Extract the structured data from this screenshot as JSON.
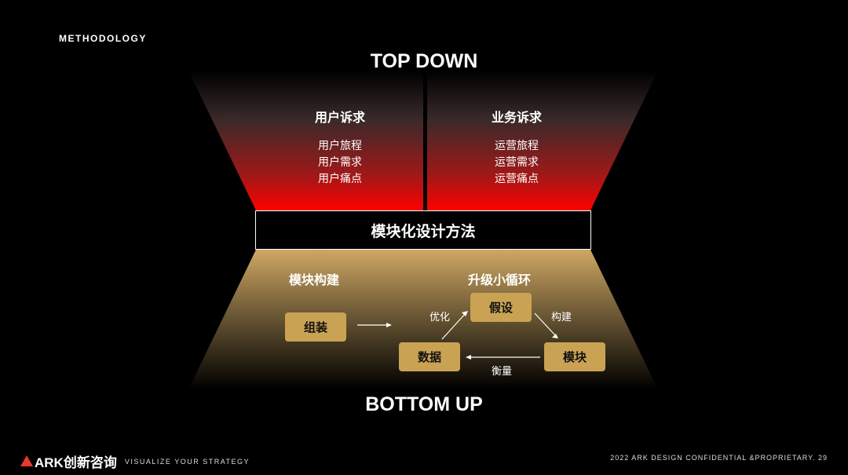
{
  "header": {
    "section_label": "METHODOLOGY",
    "top_title": "TOP DOWN",
    "bottom_title": "BOTTOM UP"
  },
  "top": {
    "left": {
      "heading": "用户诉求",
      "items": [
        "用户旅程",
        "用户需求",
        "用户痛点"
      ]
    },
    "right": {
      "heading": "业务诉求",
      "items": [
        "运营旅程",
        "运营需求",
        "运营痛点"
      ]
    }
  },
  "center": {
    "label": "模块化设计方法"
  },
  "bottom": {
    "left": {
      "heading": "模块构建",
      "box": "组装"
    },
    "right": {
      "heading": "升级小循环",
      "nodes": {
        "top": "假设",
        "right": "模块",
        "left": "数据"
      },
      "edges": {
        "optimize": "优化",
        "build": "构建",
        "measure": "衡量"
      }
    }
  },
  "footer": {
    "logo_text": "ARK创新咨询",
    "tagline": "VISUALIZE YOUR STRATEGY",
    "confidential": "2022 ARK DESIGN CONFIDENTIAL &PROPRIETARY.",
    "page_number": "29"
  },
  "colors": {
    "accent_red": "#ff0000",
    "gold": "#c9a253",
    "brand_red": "#e53a2e"
  }
}
